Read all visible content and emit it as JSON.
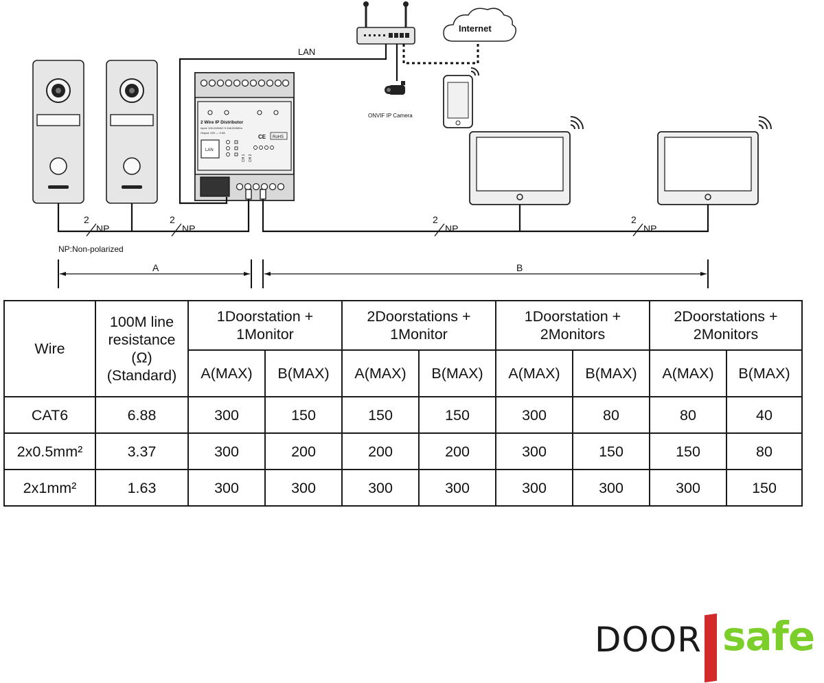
{
  "diagram": {
    "lan_label": "LAN",
    "internet_label": "Internet",
    "camera_label": "ONVIF IP Camera",
    "distributor": {
      "title": "2 Wire IP Distributor",
      "input_spec": "Input: 100-240VAC 0.15A 50/60Hz",
      "output_spec": "Output: 24V — 0.9A",
      "lan_port_label": "LAN",
      "ch1_label": "CH 1",
      "ch2_label": "CH 2",
      "ce_mark": "CE",
      "rohs_mark": "RoHS"
    },
    "wire_labels": [
      "2",
      "NP",
      "2",
      "NP",
      "2",
      "NP",
      "2",
      "NP"
    ],
    "np_note": "NP:Non-polarized",
    "segment_a": "A",
    "segment_b": "B"
  },
  "table": {
    "header_wire": "Wire",
    "header_resistance": [
      "100M line",
      "resistance",
      "(Ω)",
      "(Standard)"
    ],
    "groups": [
      [
        "1Doorstation +",
        "1Monitor"
      ],
      [
        "2Doorstations +",
        "1Monitor"
      ],
      [
        "1Doorstation +",
        "2Monitors"
      ],
      [
        "2Doorstations +",
        "2Monitors"
      ]
    ],
    "sub_a": "A(MAX)",
    "sub_b": "B(MAX)",
    "rows": [
      {
        "wire": "CAT6",
        "resistance": "6.88",
        "values": [
          "300",
          "150",
          "150",
          "150",
          "300",
          "80",
          "80",
          "40"
        ]
      },
      {
        "wire": "2x0.5mm²",
        "resistance": "3.37",
        "values": [
          "300",
          "200",
          "200",
          "200",
          "300",
          "150",
          "150",
          "80"
        ]
      },
      {
        "wire": "2x1mm²",
        "resistance": "1.63",
        "values": [
          "300",
          "300",
          "300",
          "300",
          "300",
          "300",
          "300",
          "150"
        ]
      }
    ]
  },
  "logo": {
    "left": "DOOR",
    "right": "safe",
    "bar_color": "#d22a2a",
    "right_color": "#7ccf2b"
  }
}
